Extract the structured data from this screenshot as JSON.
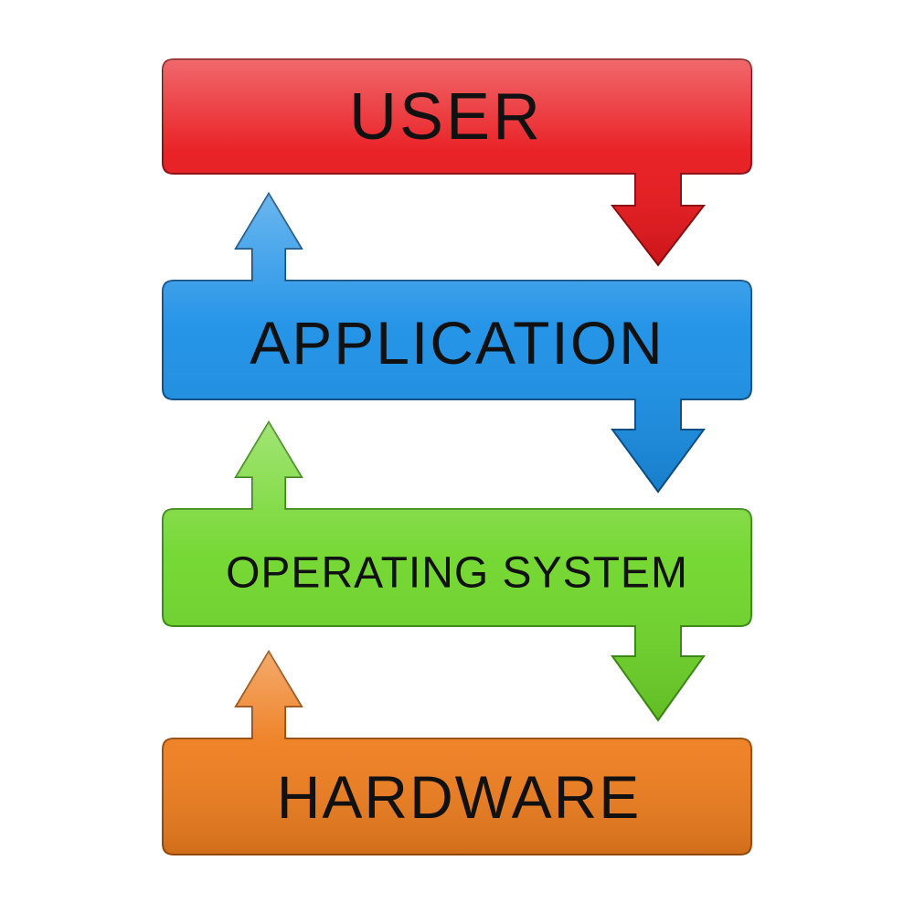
{
  "colors": {
    "user": "#e8171c",
    "application": "#1a8fe6",
    "operating_system": "#6fd62a",
    "hardware": "#ee7d1e",
    "text": "#111111",
    "background": "#ffffff"
  },
  "layers": {
    "user": {
      "label": "USER"
    },
    "application": {
      "label": "APPLICATION"
    },
    "operating_system": {
      "label": "OPERATING SYSTEM"
    },
    "hardware": {
      "label": "HARDWARE"
    }
  },
  "arrows": {
    "down": [
      "user-to-application",
      "application-to-operating-system",
      "operating-system-to-hardware"
    ],
    "up": [
      "hardware-to-operating-system",
      "operating-system-to-application",
      "application-to-user"
    ]
  }
}
